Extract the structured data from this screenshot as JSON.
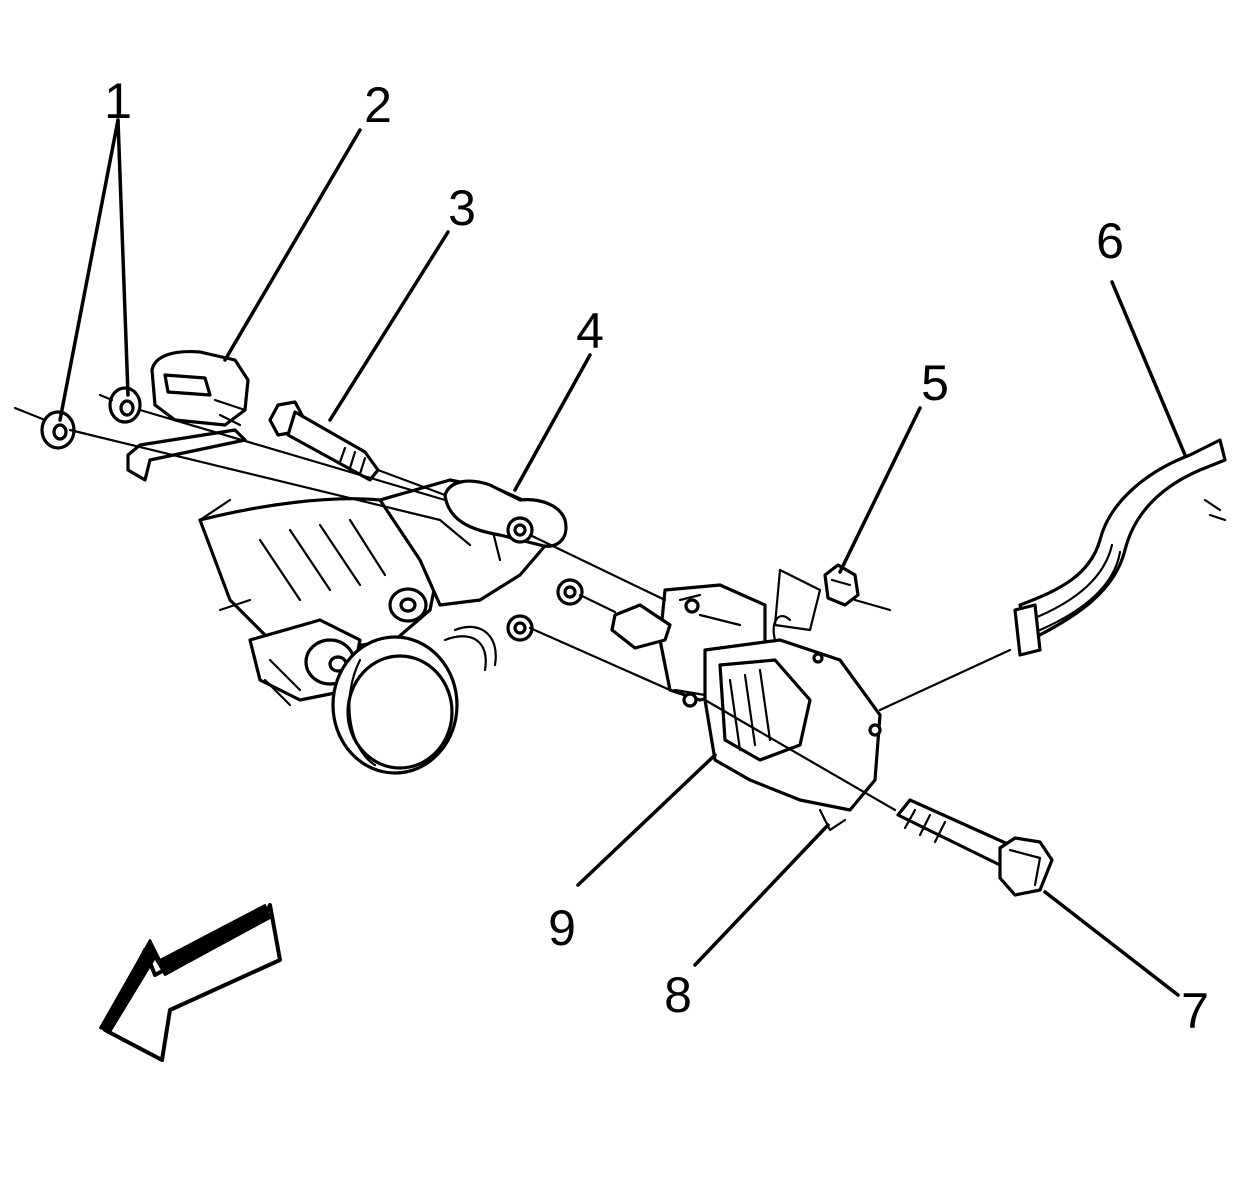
{
  "callouts": [
    {
      "id": "1",
      "label": "1"
    },
    {
      "id": "2",
      "label": "2"
    },
    {
      "id": "3",
      "label": "3"
    },
    {
      "id": "4",
      "label": "4"
    },
    {
      "id": "5",
      "label": "5"
    },
    {
      "id": "6",
      "label": "6"
    },
    {
      "id": "7",
      "label": "7"
    },
    {
      "id": "8",
      "label": "8"
    },
    {
      "id": "9",
      "label": "9"
    }
  ],
  "icons": {
    "direction_arrow": "front-direction-arrow-icon"
  },
  "colors": {
    "line": "#000000",
    "background": "#ffffff"
  }
}
